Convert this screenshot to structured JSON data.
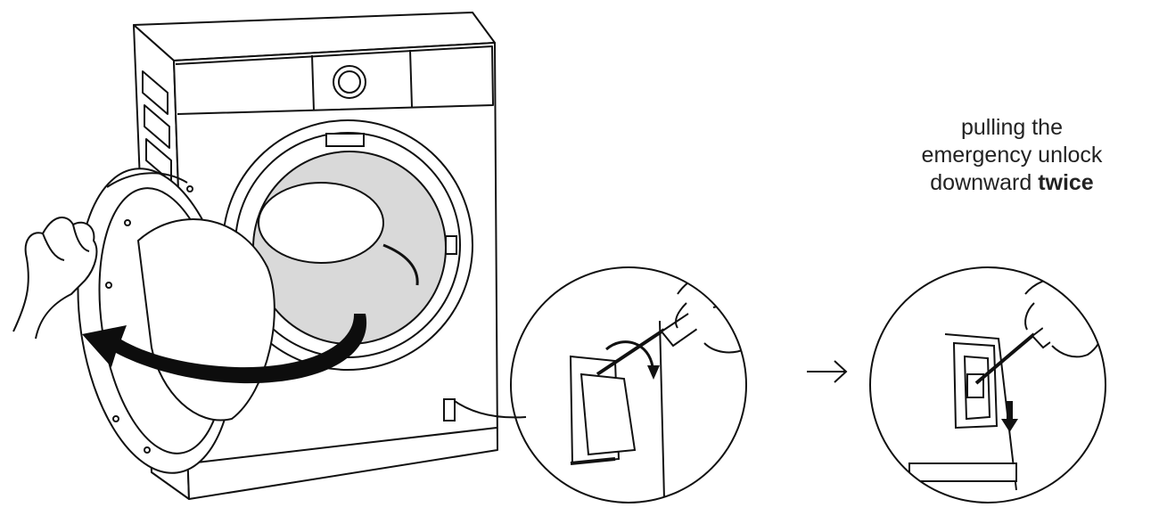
{
  "caption": {
    "line1": "pulling the",
    "line2": "emergency unlock",
    "line3_prefix": "downward ",
    "line3_bold": "twice"
  },
  "colors": {
    "stroke": "#111111",
    "drum_gray": "#d9d9d9",
    "arrow_fill": "#0d0d0d"
  },
  "icons": [
    "washing-machine",
    "open-door",
    "curved-arrow-icon",
    "hand",
    "screwdriver",
    "filter-cover",
    "right-arrow-icon",
    "down-arrow-icon"
  ]
}
